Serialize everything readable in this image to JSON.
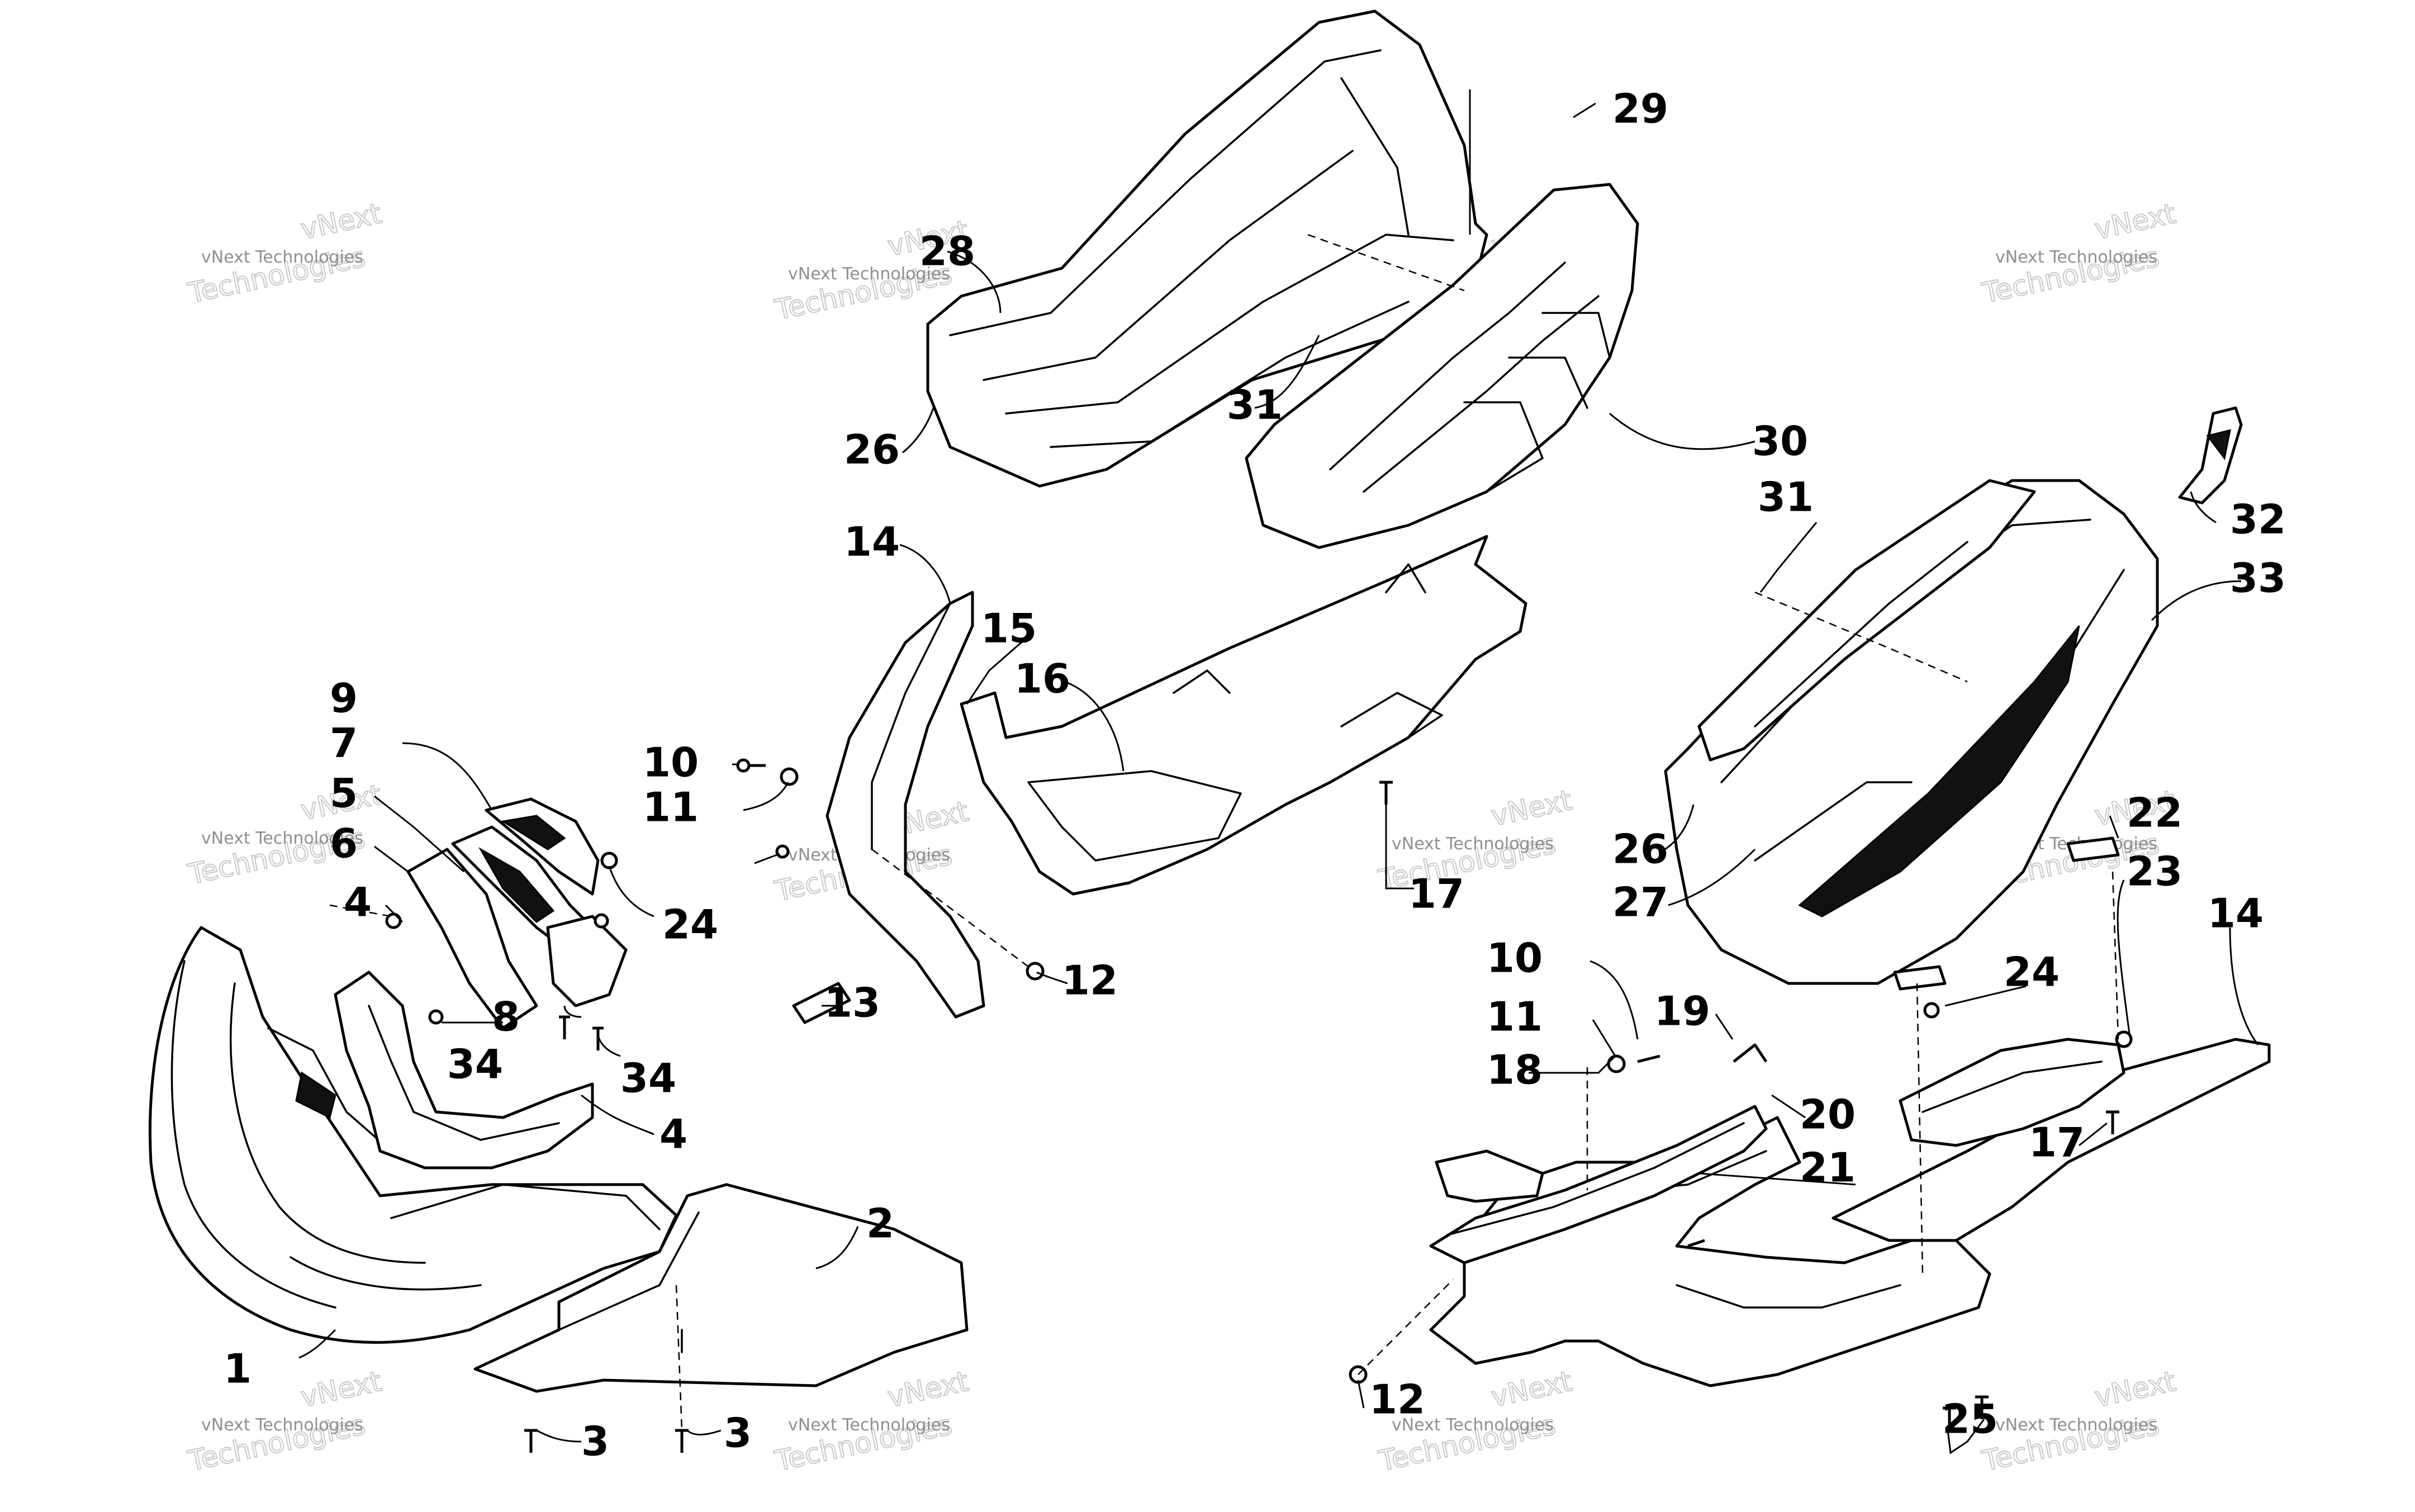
{
  "watermark": {
    "company": "vNext Technologies",
    "word_top": "vNext",
    "word_bottom": "Technologies"
  },
  "callouts": [
    "1",
    "2",
    "3",
    "3",
    "4",
    "4",
    "5",
    "6",
    "7",
    "8",
    "9",
    "10",
    "10",
    "11",
    "11",
    "12",
    "12",
    "13",
    "14",
    "14",
    "15",
    "16",
    "17",
    "17",
    "18",
    "19",
    "20",
    "21",
    "22",
    "23",
    "24",
    "24",
    "25",
    "26",
    "26",
    "27",
    "28",
    "29",
    "30",
    "31",
    "31",
    "32",
    "33",
    "34",
    "34"
  ]
}
